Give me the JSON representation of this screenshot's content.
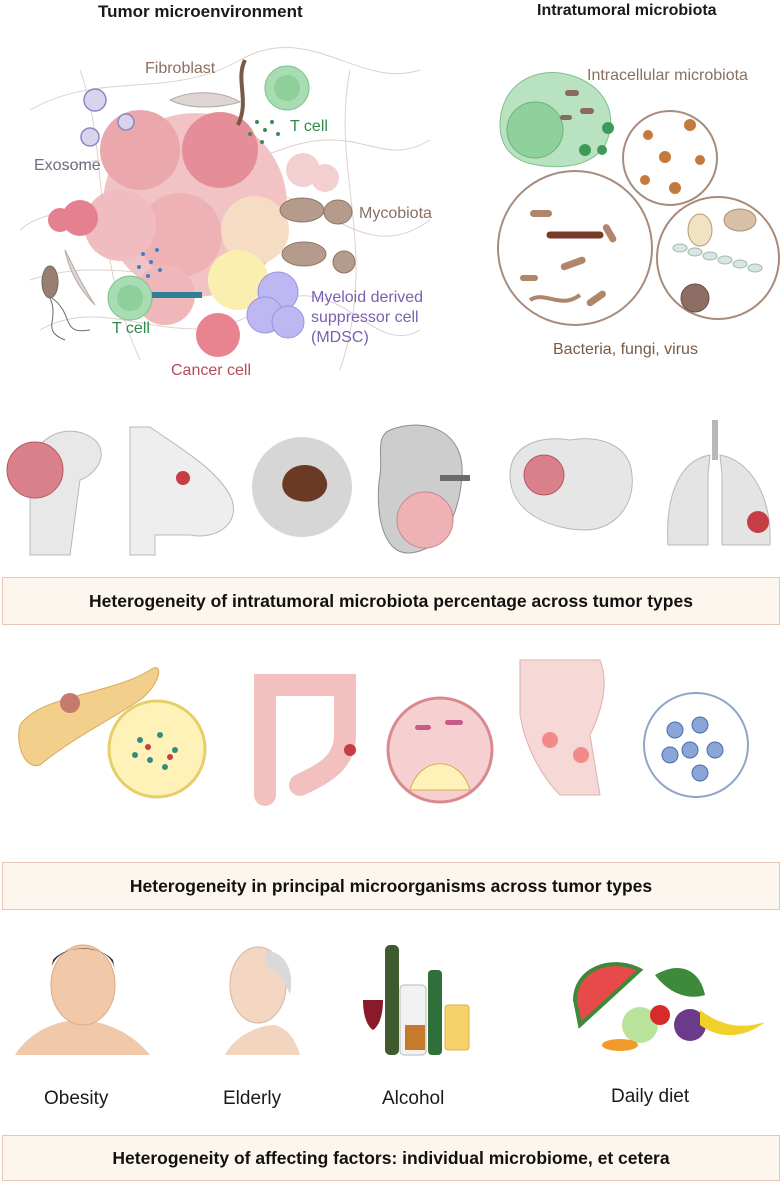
{
  "top": {
    "left_title": "Tumor microenvironment",
    "right_title": "Intratumoral microbiota",
    "labels": {
      "fibroblast": "Fibroblast",
      "t_cell_top": "T cell",
      "exosome": "Exosome",
      "mycobiota": "Mycobiota",
      "mdsc_1": "Myeloid derived",
      "mdsc_2": "suppressor cell",
      "mdsc_3": "(MDSC)",
      "t_cell_bottom": "T cell",
      "cancer_cell": "Cancer cell",
      "intracellular": "Intracellular microbiota",
      "bfv": "Bacteria, fungi, virus"
    }
  },
  "banners": [
    "Heterogeneity of intratumoral microbiota percentage across tumor types",
    "Heterogeneity in principal microorganisms across tumor types",
    "Heterogeneity of affecting factors: individual microbiome, et cetera"
  ],
  "factors": [
    "Obesity",
    "Elderly",
    "Alcohol",
    "Daily diet"
  ],
  "colors": {
    "tumor_pink": "#e8a0a6",
    "cancer_red": "#d9707a",
    "tcell_green": "#9fd3a8",
    "mdsc_purple": "#b7b2ee",
    "fibro_brown": "#9a7a6b",
    "label_purple": "#7b5fb3",
    "label_green": "#2e8a4a",
    "label_red": "#b64c55",
    "label_grey": "#6d6d80",
    "banner_bg": "#fdf6ef",
    "banner_border": "#e9c7b2"
  }
}
